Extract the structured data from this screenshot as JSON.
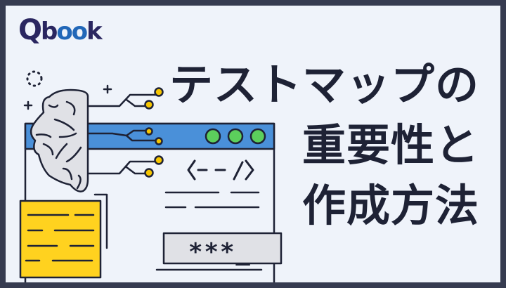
{
  "logo": {
    "text": "Qbook",
    "parts": [
      "Q",
      "b",
      "oo",
      "k"
    ]
  },
  "title": {
    "lines": [
      "テストマップの",
      "重要性と",
      "作成方法"
    ]
  },
  "illustration": {
    "code_tag": "<-- />",
    "password_field": "***_",
    "browser_dots": 3
  },
  "colors": {
    "background": "#eff3fa",
    "border": "#363b50",
    "title_text": "#1e2235",
    "browser_header": "#4a90d9",
    "dots_green": "#5ccf5c",
    "note_yellow": "#ffd21f",
    "node_yellow": "#f7c600",
    "brain": "#e0e1e6"
  }
}
